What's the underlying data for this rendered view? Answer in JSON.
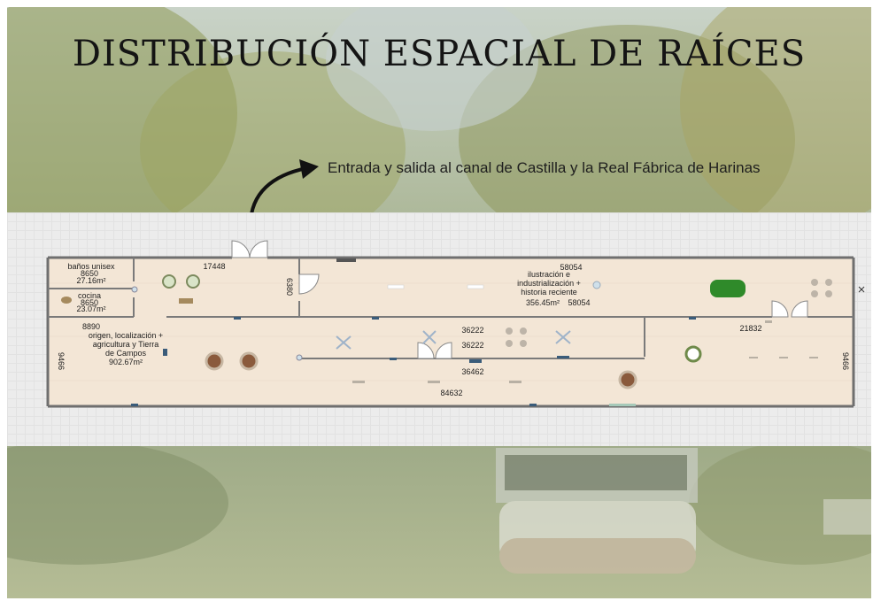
{
  "title": "DISTRIBUCIÓN ESPACIAL DE RAÍCES",
  "entry_caption": "Entrada y salida al canal de Castilla y la Real Fábrica de Harinas",
  "colors": {
    "foliage": "#8f9a58",
    "water": "#9aa78a",
    "floor": "#f3e6d6",
    "wall": "#6f6f6f",
    "plant_accent": "#2f8a2a",
    "grid_bg": "#ececec"
  },
  "floor_plan": {
    "rooms": {
      "banos_name": "baños unisex",
      "banos_dim": "8650",
      "banos_area": "27.16m²",
      "cocina_name": "cocina",
      "cocina_dim": "8650",
      "cocina_area": "23.07m²",
      "origen_name_1": "origen, localización +",
      "origen_name_2": "agricultura y Tierra",
      "origen_name_3": "de Campos",
      "origen_area": "902.67m²",
      "ilustracion_name_1": "ilustración e",
      "ilustracion_name_2": "industrialización +",
      "ilustracion_name_3": "historia reciente",
      "ilustracion_area": "356.45m²"
    },
    "dimensions": {
      "d17448": "17448",
      "d6380": "6380",
      "d58054_top": "58054",
      "d58054_bottom": "58054",
      "d8890": "8890",
      "d9466_left": "9466",
      "d9466_right": "9466",
      "d36222_a": "36222",
      "d36222_b": "36222",
      "d36462": "36462",
      "d84632": "84632",
      "d21832": "21832"
    }
  }
}
